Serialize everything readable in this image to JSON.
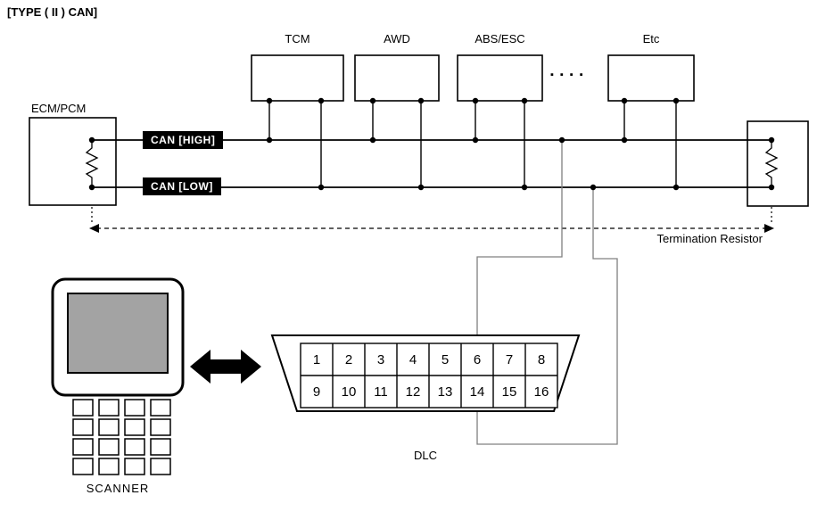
{
  "title": "[TYPE ( II ) CAN]",
  "bus": {
    "high_label": "CAN [HIGH]",
    "low_label": "CAN [LOW]",
    "termination_label": "Termination Resistor"
  },
  "modules": {
    "ecm": "ECM/PCM",
    "tcm": "TCM",
    "awd": "AWD",
    "abs": "ABS/ESC",
    "etc": "Etc",
    "ellipsis": "▪▪▪▪"
  },
  "scanner": {
    "label": "SCANNER"
  },
  "dlc": {
    "label": "DLC",
    "pins": [
      "1",
      "2",
      "3",
      "4",
      "5",
      "6",
      "7",
      "8",
      "9",
      "10",
      "11",
      "12",
      "13",
      "14",
      "15",
      "16"
    ]
  },
  "colors": {
    "line_black": "#000000",
    "wire_gray": "#808080",
    "screen_gray": "#a3a3a3",
    "tag_background": "#000000"
  }
}
